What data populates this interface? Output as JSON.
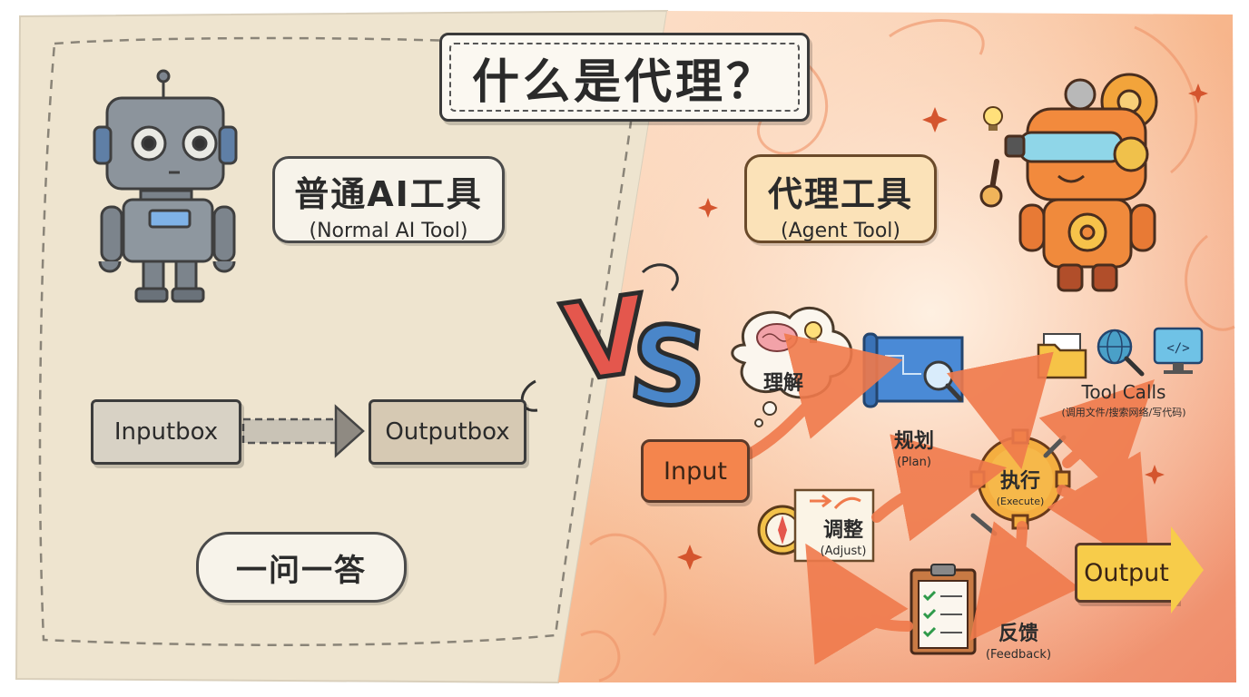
{
  "title": "什么是代理？",
  "normal": {
    "cn": "普通AI工具",
    "en": "(Normal AI Tool)",
    "input_label": "Inputbox",
    "output_label": "Outputbox",
    "mode": "一问一答"
  },
  "vs": "VS",
  "agent": {
    "cn": "代理工具",
    "en": "(Agent Tool)",
    "input_label": "Input",
    "output_label": "Output",
    "understand": "理解",
    "plan_cn": "规划",
    "plan_en": "(Plan)",
    "execute_cn": "执行",
    "execute_en": "(Execute)",
    "adjust_cn": "调整",
    "adjust_en": "(Adjust)",
    "feedback_cn": "反馈",
    "feedback_en": "(Feedback)",
    "tools_en": "Tool Calls",
    "tools_cn": "(调用文件/搜索网络/写代码)"
  },
  "colors": {
    "left_bg": "#efe6d3",
    "right_bg": "#f6b48a",
    "accent_orange": "#f4854d",
    "accent_yellow": "#f7cc4a",
    "vs_red": "#e4574d",
    "vs_blue": "#4a86c9"
  }
}
